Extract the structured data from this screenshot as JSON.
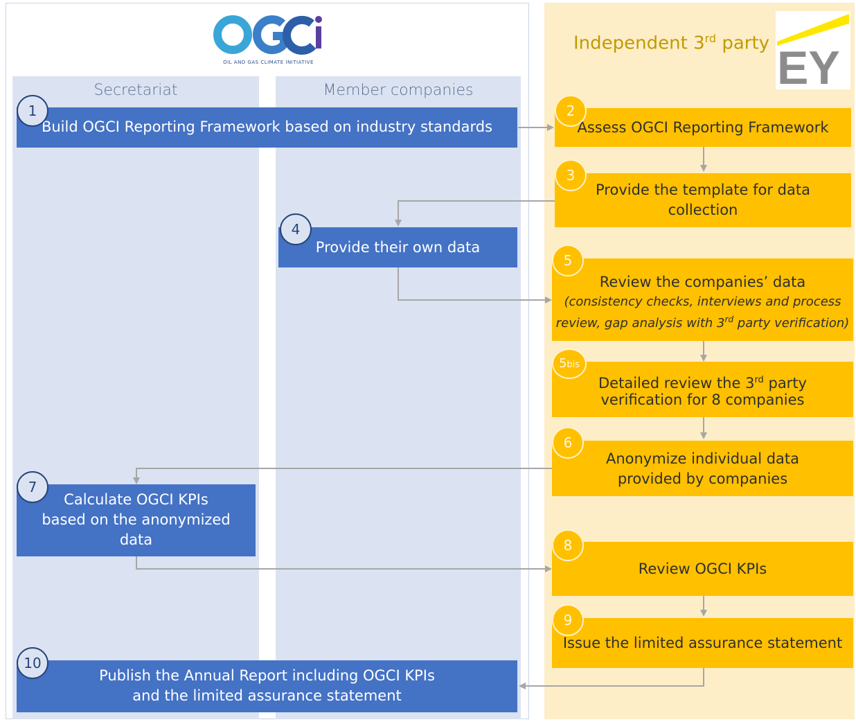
{
  "logo": {
    "letters": "OGCi",
    "tagline": "OIL AND GAS CLIMATE INITIATIVE"
  },
  "right_panel": {
    "title_main": "Independent 3",
    "title_sup": "rd",
    "title_end": " party",
    "ey_logo": "EY"
  },
  "lanes": {
    "secretariat": "Secretariat",
    "members": "Member companies"
  },
  "steps": {
    "s1": {
      "num": "1",
      "text": "Build OGCI Reporting Framework based on industry standards"
    },
    "s2": {
      "num": "2",
      "text": "Assess OGCI Reporting Framework"
    },
    "s3": {
      "num": "3",
      "line1": "Provide the template for data",
      "line2": "collection"
    },
    "s4": {
      "num": "4",
      "text": "Provide their own data"
    },
    "s5": {
      "num": "5",
      "text": "Review the companies’ data",
      "sub1": "(consistency checks, interviews and process",
      "sub2a": "review, gap analysis with 3",
      "sub2sup": "rd",
      "sub2b": " party verification)"
    },
    "s5bis": {
      "num": "5",
      "num_suffix": "bis",
      "line1a": "Detailed review the 3",
      "line1sup": "rd",
      "line1b": " party",
      "line2": "verification for 8 companies"
    },
    "s6": {
      "num": "6",
      "line1": "Anonymize individual data",
      "line2": "provided by companies"
    },
    "s7": {
      "num": "7",
      "line1": "Calculate OGCI KPIs",
      "line2": "based on the anonymized",
      "line3": "data"
    },
    "s8": {
      "num": "8",
      "text": "Review OGCI KPIs"
    },
    "s9": {
      "num": "9",
      "text": "Issue the limited assurance statement"
    },
    "s10": {
      "num": "10",
      "line1": "Publish the Annual Report including OGCI KPIs",
      "line2": "and the limited assurance statement"
    }
  },
  "colors": {
    "blue_box": "#4472c4",
    "gold_box": "#ffc000",
    "lane_bg": "#dbe3f2",
    "right_bg": "#fdeec8",
    "arrow": "#a6a6a6"
  }
}
